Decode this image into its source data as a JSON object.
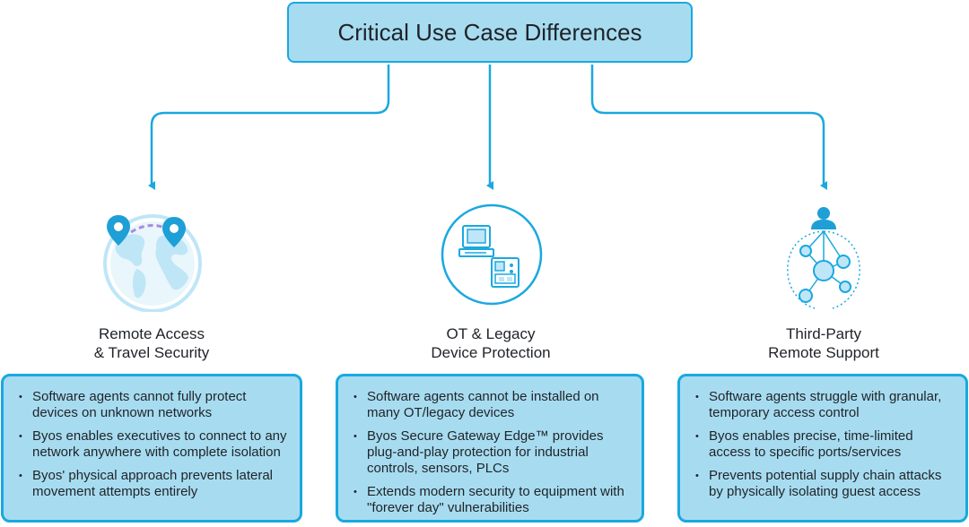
{
  "title": "Critical Use Case Differences",
  "columns": [
    {
      "heading_line1": "Remote Access",
      "heading_line2": "& Travel Security",
      "icon": "globe-with-location-pins-icon",
      "bullets": [
        "Software agents cannot fully protect devices on unknown networks",
        "Byos enables executives to connect to any network anywhere with complete isolation",
        "Byos' physical approach prevents lateral movement attempts entirely"
      ]
    },
    {
      "heading_line1": "OT & Legacy",
      "heading_line2": "Device Protection",
      "icon": "industrial-computer-devices-icon",
      "bullets": [
        "Software agents cannot be installed on many OT/legacy devices",
        "Byos Secure Gateway Edge™ provides plug-and-play protection for industrial controls, sensors, PLCs",
        "Extends modern security to equipment with \"forever day\" vulnerabilities"
      ]
    },
    {
      "heading_line1": "Third-Party",
      "heading_line2": "Remote Support",
      "icon": "user-network-access-icon",
      "bullets": [
        "Software agents struggle with granular, temporary access control",
        "Byos enables precise, time-limited access to specific ports/services",
        "Prevents potential supply chain attacks by physically isolating guest access"
      ]
    }
  ],
  "colors": {
    "accent": "#1aa8e0",
    "box_fill": "#a7dcf0",
    "icon_light": "#bfe6f6",
    "pin": "#1e9fd6"
  }
}
